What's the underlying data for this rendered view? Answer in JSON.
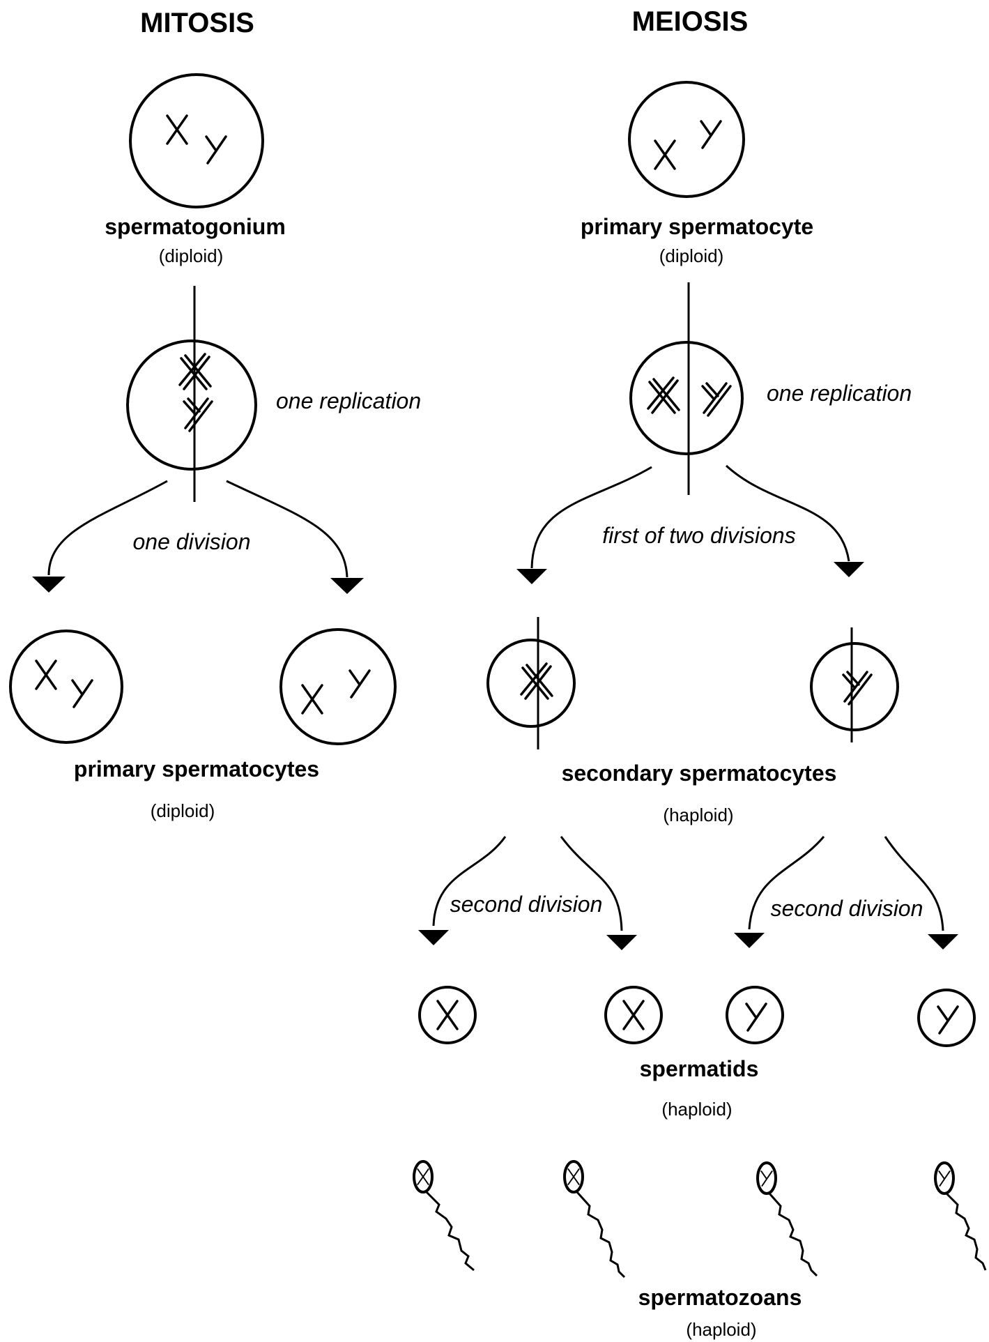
{
  "mitosis": {
    "heading": "MITOSIS",
    "spermatogonium": {
      "label": "spermatogonium",
      "ploidy": "(diploid)"
    },
    "replication_note": "one replication",
    "division_note": "one division",
    "daughters": {
      "label": "primary spermatocytes",
      "ploidy": "(diploid)"
    }
  },
  "meiosis": {
    "heading": "MEIOSIS",
    "primary": {
      "label": "primary spermatocyte",
      "ploidy": "(diploid)"
    },
    "replication_note": "one replication",
    "first_division_note": "first  of two divisions",
    "secondary": {
      "label": "secondary spermatocytes",
      "ploidy": "(haploid)"
    },
    "second_division_note_left": "second division",
    "second_division_note_right": "second division",
    "spermatids": {
      "label": "spermatids",
      "ploidy": "(haploid)"
    },
    "spermatozoans": {
      "label": "spermatozoans",
      "ploidy": "(haploid)"
    }
  }
}
